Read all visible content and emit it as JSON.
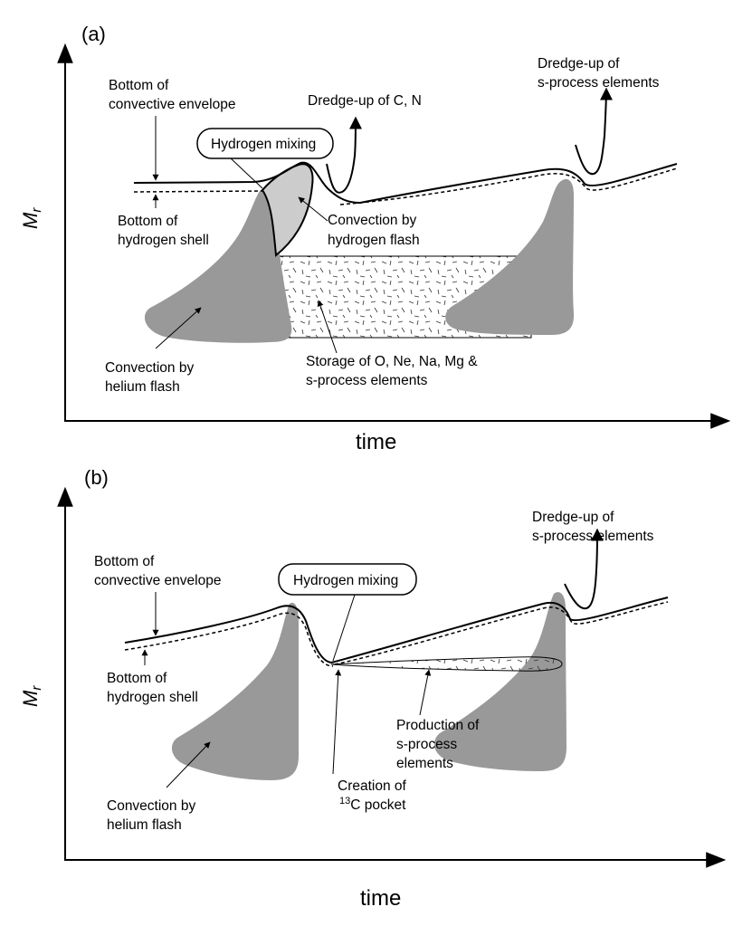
{
  "panels": [
    {
      "panel_label": "(a)",
      "y_axis_label": "M",
      "y_axis_subscript": "r",
      "x_axis_label": "time",
      "labels": {
        "bottom_envelope_line1": "Bottom of",
        "bottom_envelope_line2": "convective envelope",
        "bottom_hshell_line1": "Bottom of",
        "bottom_hshell_line2": "hydrogen shell",
        "hydrogen_mixing": "Hydrogen mixing",
        "dredge_cn": "Dredge-up of C, N",
        "dredge_s_line1": "Dredge-up of",
        "dredge_s_line2": "s-process elements",
        "conv_hflash_line1": "Convection by",
        "conv_hflash_line2": "hydrogen flash",
        "storage_line1": "Storage of O, Ne, Na, Mg &",
        "storage_line2": "s-process elements",
        "conv_heflash_line1": "Convection by",
        "conv_heflash_line2": "helium flash"
      }
    },
    {
      "panel_label": "(b)",
      "y_axis_label": "M",
      "y_axis_subscript": "r",
      "x_axis_label": "time",
      "labels": {
        "bottom_envelope_line1": "Bottom of",
        "bottom_envelope_line2": "convective envelope",
        "bottom_hshell_line1": "Bottom of",
        "bottom_hshell_line2": "hydrogen shell",
        "hydrogen_mixing": "Hydrogen mixing",
        "dredge_s_line1": "Dredge-up of",
        "dredge_s_line2": "s-process elements",
        "production_line1": "Production of",
        "production_line2": "s-process",
        "production_line3": "elements",
        "creation_line1": "Creation of",
        "creation_sup": "13",
        "creation_line2": "C pocket",
        "conv_heflash_line1": "Convection by",
        "conv_heflash_line2": "helium flash"
      }
    }
  ],
  "colors": {
    "flash_region": "#999999",
    "hydrogen_flash_region": "#cccccc",
    "line": "#000000"
  }
}
